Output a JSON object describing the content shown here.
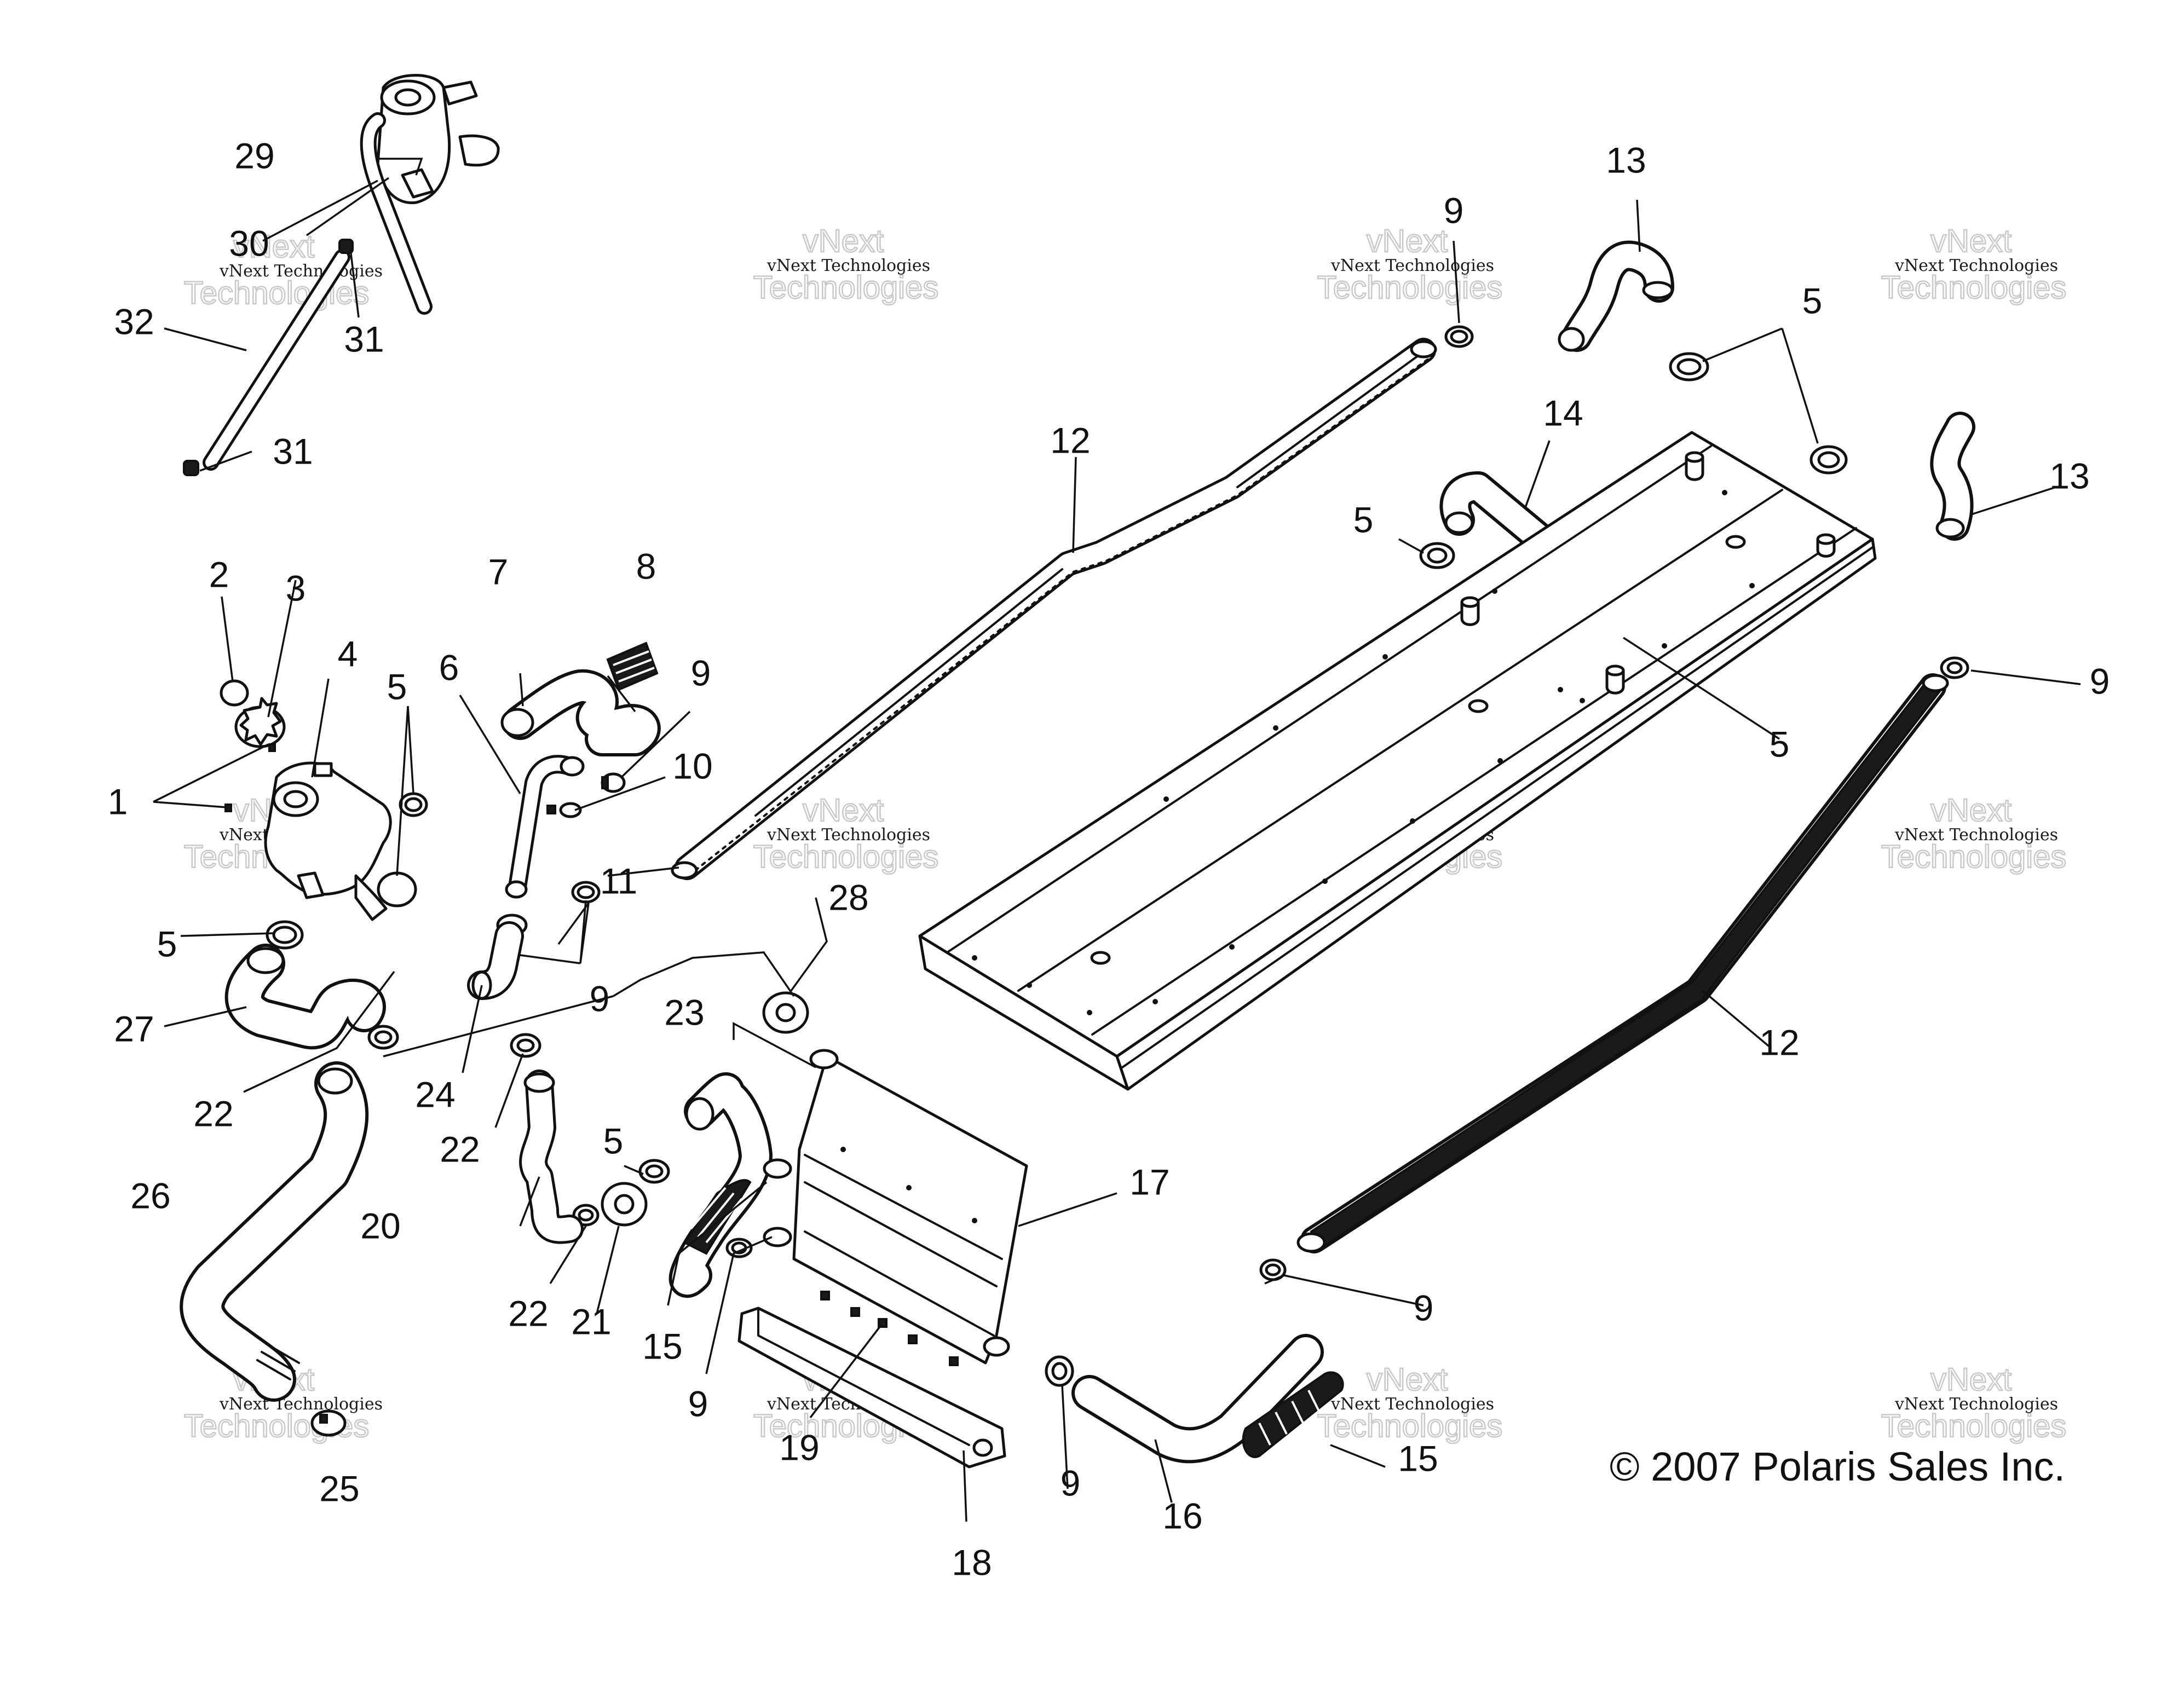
{
  "diagram": {
    "copyright": "© 2007 Polaris Sales Inc.",
    "watermark_small": "vNext Technologies",
    "watermark_large_top": "vNext",
    "watermark_large_bottom": "Technologies",
    "callouts": {
      "c1": "1",
      "c2": "2",
      "c3": "3",
      "c4": "4",
      "c5a": "5",
      "c5b": "5",
      "c5c": "5",
      "c5d": "5",
      "c5e": "5",
      "c5f": "5",
      "c6": "6",
      "c7": "7",
      "c8": "8",
      "c9a": "9",
      "c9b": "9",
      "c9c": "9",
      "c9d": "9",
      "c9e": "9",
      "c9f": "9",
      "c9g": "9",
      "c10": "10",
      "c11": "11",
      "c12a": "12",
      "c12b": "12",
      "c13a": "13",
      "c13b": "13",
      "c14": "14",
      "c15a": "15",
      "c15b": "15",
      "c16": "16",
      "c17": "17",
      "c18": "18",
      "c19": "19",
      "c20": "20",
      "c21": "21",
      "c22a": "22",
      "c22b": "22",
      "c22c": "22",
      "c23": "23",
      "c24": "24",
      "c25": "25",
      "c26": "26",
      "c27": "27",
      "c28": "28",
      "c29": "29",
      "c30": "30",
      "c31a": "31",
      "c31b": "31",
      "c32": "32"
    }
  }
}
